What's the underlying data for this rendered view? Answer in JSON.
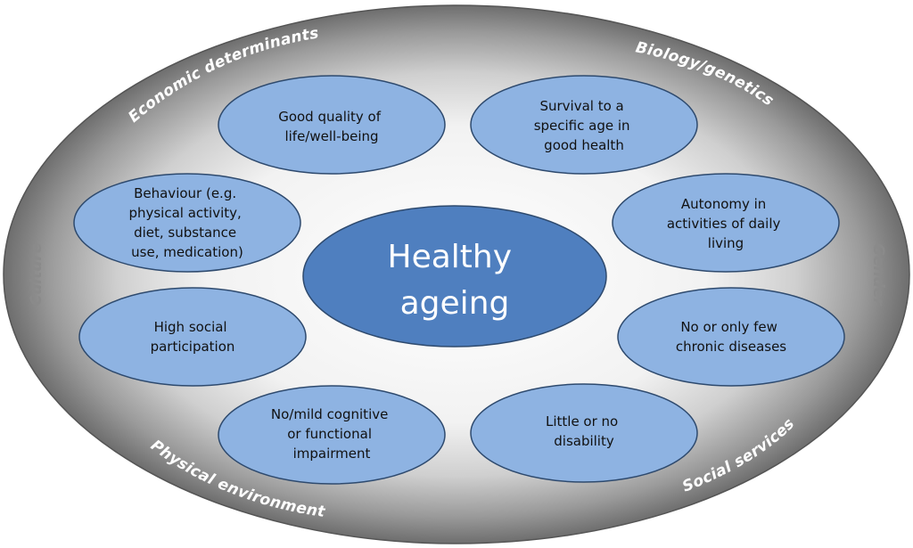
{
  "center": {
    "line1": "Healthy",
    "line2": "ageing"
  },
  "determinants": {
    "economic": "Economic determinants",
    "biology": "Biology/genetics",
    "culture": "Culture",
    "gender": "Gender",
    "physical_environment": "Physical environment",
    "social_services": "Social services"
  },
  "outcomes": {
    "quality_of_life": [
      "Good quality of",
      "life/well-being"
    ],
    "survival": [
      "Survival to a",
      "specific age  in",
      "good health"
    ],
    "behaviour": [
      "Behaviour (e.g.",
      "physical activity,",
      "diet, substance",
      "use, medication)"
    ],
    "autonomy": [
      "Autonomy in",
      "activities of daily",
      "living"
    ],
    "social_participation": [
      "High social",
      "participation"
    ],
    "chronic_diseases": [
      "No or only few",
      "chronic diseases"
    ],
    "cognitive": [
      "No/mild cognitive",
      "or functional",
      "impairment"
    ],
    "disability": [
      "Little or no",
      "disability"
    ]
  },
  "colors": {
    "node_fill": "#8eb3e2",
    "node_stroke": "#2e4a6e",
    "center_fill": "#4f7fbf",
    "ring_dark": "#6b6b6b",
    "ring_light": "#ffffff"
  }
}
